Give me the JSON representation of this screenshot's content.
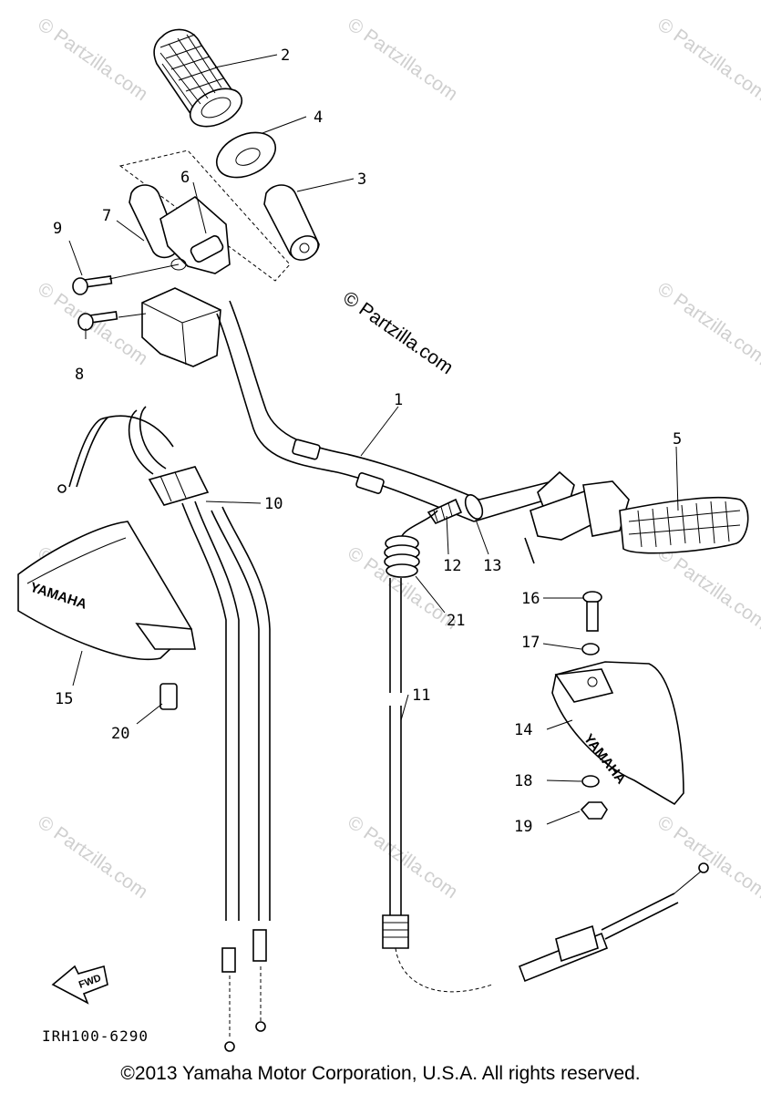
{
  "watermark": "© Partzilla.com",
  "center_watermark": "© Partzilla.com",
  "callouts": [
    "1",
    "2",
    "3",
    "4",
    "5",
    "6",
    "7",
    "8",
    "9",
    "10",
    "11",
    "12",
    "13",
    "14",
    "15",
    "16",
    "17",
    "18",
    "19",
    "20",
    "21"
  ],
  "guard_brand": "YAMAHA",
  "fwd_label": "FWD",
  "diagram_code": "IRH100-6290",
  "footer": "©2013 Yamaha Motor Corporation, U.S.A. All rights reserved."
}
